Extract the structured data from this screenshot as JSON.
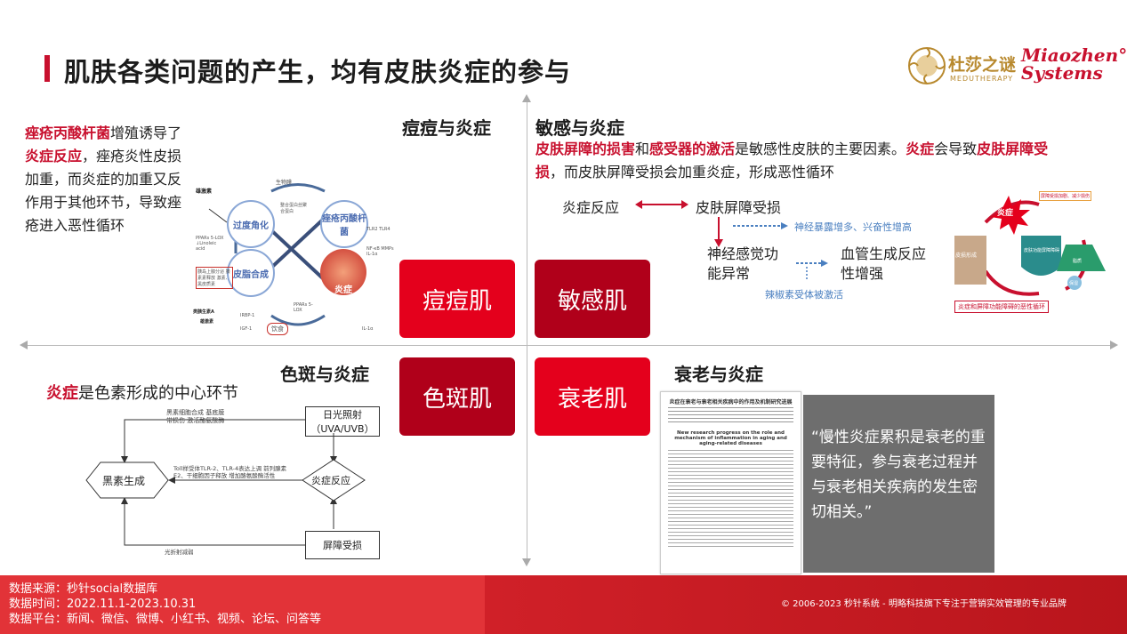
{
  "title": "肌肤各类问题的产生，均有皮肤炎症的参与",
  "brand": {
    "cn": "杜莎之谜",
    "sub": "MEDUTHERAPY",
    "en_line1": "Miaozhen°",
    "en_line2": "Systems"
  },
  "q1": {
    "heading": "痘痘与炎症",
    "text_red1": "痤疮丙酸杆菌",
    "text1": "增殖诱导了",
    "text_red2": "炎症反应",
    "text2": "，痤疮炎性皮损加重，而炎症的加重又反作用于其他环节，导致痤疮进入恶性循环",
    "diagram": {
      "node1": "过度角化",
      "node2": "痤疮丙酸杆菌",
      "node3": "皮脂合成",
      "node4": "炎症",
      "l_biomembrane": "生物膜",
      "l_hormone": "雄激素",
      "l_protein": "整合蛋白丝聚合蛋白",
      "l_ppar": "PPARs 5-LOX ↓Linoleic acid",
      "l_tlr": "TLR2 TLR4",
      "l_nfkb": "NF-κB MMPs IL-1α",
      "l_ppar2": "PPARs 5-LOX",
      "l_igf": "IGF-1",
      "l_irbp": "IRBP-1",
      "l_diet": "饮食",
      "l_insulin": "类胰生素A",
      "l_andro": "雄激素",
      "l_il1a": "IL-1α",
      "l_box": "胰岛上腺分泌 胰素素释放 激素、黑皮质素"
    },
    "skin": "痘痘肌"
  },
  "q2": {
    "heading": "敏感与炎症",
    "r1": "皮肤屏障的损害",
    "t1": "和",
    "r2": "感受器的激活",
    "t2": "是敏感性皮肤的主要因素。",
    "r3": "炎症",
    "t3": "会导致",
    "r4": "皮肤屏障受损",
    "t4": "，而皮肤屏障受损会加重炎症，形成恶性循环",
    "d_inflam": "炎症反应",
    "d_barrier": "皮肤屏障受损",
    "d_neuro_exposed": "神经暴露增多、兴奋性增高",
    "d_neuro": "神经感觉功能异常",
    "d_vascular": "血管生成反应性增强",
    "d_capsaicin": "辣椒素受体被激活",
    "c_inflam": "炎症",
    "c_barrier": "皮肤屏障",
    "c_skinform": "皮损形成",
    "c_barrier2": "皮肤功能屏障障碍",
    "c_lipid": "脂质",
    "c_water": "保湿",
    "c_caption": "炎症和屏障功能障碍的恶性循环",
    "c_note": "屏障受损加剧、减少损伤",
    "skin": "敏感肌"
  },
  "q3": {
    "heading": "色斑与炎症",
    "red": "炎症",
    "text": "是色素形成的中心环节",
    "d_uv": "日光照射（UVA/UVB）",
    "d_inflam": "炎症反应",
    "d_melanin": "黑素生成",
    "d_barrier": "屏障受损",
    "d_note1": "黑素细胞合成 基底膜带损伤 激活酪氨酸酶",
    "d_note2": "Toll样受体TLR-2、TLR-4表达上调 前列腺素E2、干细胞因子释放 增加酪氨酸酶活性",
    "d_note3": "光折射减弱",
    "skin": "色斑肌"
  },
  "q4": {
    "heading": "衰老与炎症",
    "quote": "“慢性炎症累积是衰老的重要特征，参与衰老过程并与衰老相关疾病的发生密切相关。”",
    "paper_title_cn": "炎症在衰老与衰老相关疾病中的作用及机制研究进展",
    "paper_title_en": "New research progress on the role and mechanism of inflammation in aging and aging-related diseases",
    "skin": "衰老肌"
  },
  "footer": {
    "source": "数据来源：秒针social数据库",
    "time": "数据时间：2022.11.1-2023.10.31",
    "platform": "数据平台：新闻、微信、微博、小红书、视频、论坛、问答等",
    "copyright": "© 2006-2023 秒针系统 - 明略科技旗下专注于营销实效管理的专业品牌"
  },
  "colors": {
    "accent": "#c8102e",
    "skin_bright": "#e4001c",
    "skin_dark": "#b0001a",
    "footer": "#e23338",
    "quote_bg": "#6e6e6e"
  }
}
